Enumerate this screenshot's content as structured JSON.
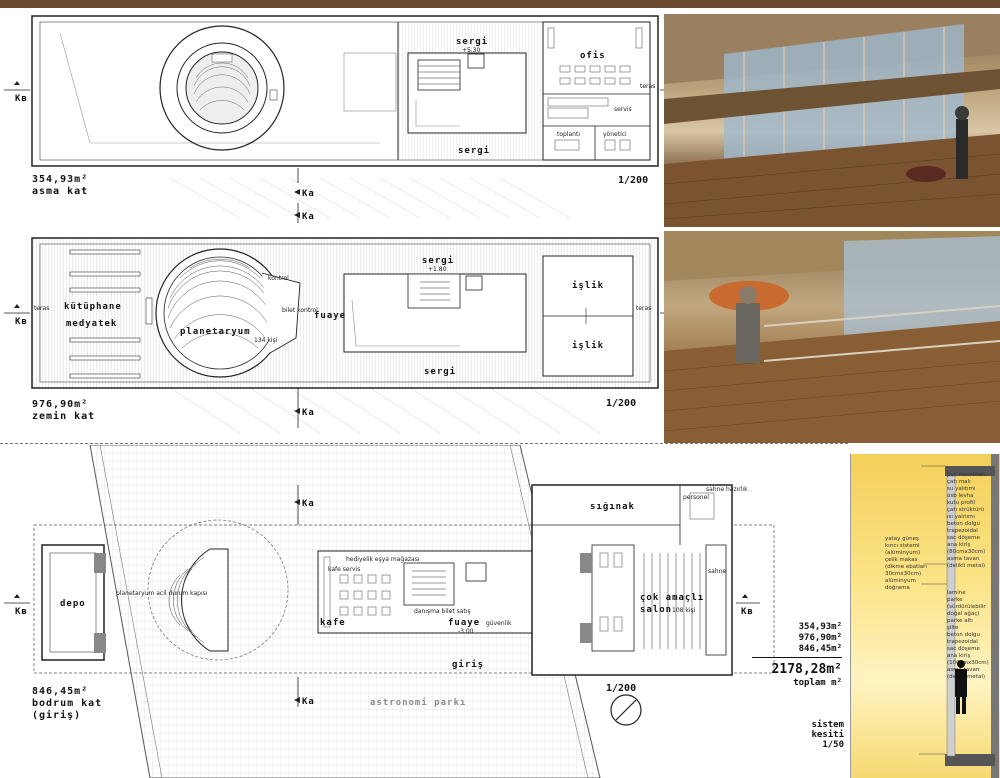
{
  "top_bar_color": "#6b4a2f",
  "section_marker": "Kв",
  "section_marker_a": "Kа",
  "scale": "1/200",
  "asma_kat": {
    "area": "354,93m²",
    "name": "asma kat",
    "rooms": {
      "sergi_top": "sergi",
      "sergi_elev": "+5.30",
      "sergi_bottom": "sergi",
      "ofis": "ofis",
      "servis": "servis",
      "toplanti": "toplantı",
      "yonetici": "yönetici",
      "teras": "teras"
    }
  },
  "zemin_kat": {
    "area": "976,90m²",
    "name": "zemin kat",
    "rooms": {
      "kutuphane": "kütüphane",
      "medyatek": "medyatek",
      "planetaryum": "planetaryum",
      "planetaryum_cap": "134 kişi",
      "kontrol": "kontrol",
      "bilet_kontrol": "bilet kontrol",
      "fuaye": "fuaye",
      "sergi_top": "sergi",
      "sergi_elev": "+1.80",
      "sergi_bottom": "sergi",
      "islik1": "işlik",
      "islik2": "işlik",
      "teras_left": "teras",
      "teras_right": "teras"
    }
  },
  "bodrum_kat": {
    "area": "846,45m²",
    "name": "bodrum kat",
    "name2": "(giriş)",
    "rooms": {
      "depo": "depo",
      "planetaryum_acil": "planetaryum acil durum kapısı",
      "kafe": "kafe",
      "kafe_servis": "kafe servis",
      "hediyelik": "hediyelik eşya mağazası",
      "danisma": "danışma bilet satış",
      "fuaye": "fuaye",
      "fuaye_elev": "-3.00",
      "guvenlik": "güvenlik",
      "giris": "giriş",
      "astronomi": "astronomi parkı",
      "siginak": "sığınak",
      "personel": "personel",
      "sahne_hazirlik": "sahne hazırlık",
      "sahne": "sahne",
      "cok_amacli": "çok amaçlı",
      "salon": "salon",
      "salon_cap": "108 kişi"
    }
  },
  "totals": {
    "lines": [
      "354,93m²",
      "976,90m²",
      "846,45m²"
    ],
    "total": "2178,28m²",
    "label": "toplam m²"
  },
  "system_section": {
    "title1": "sistem",
    "title2": "kesiti",
    "scale": "1/50",
    "layers_top": [
      "pvc membran",
      "çatı malı",
      "su yalıtımı",
      "osb levha",
      "kutu profil",
      "çatı strüktürü",
      "ısı yalıtımı",
      "beton dolgu",
      "trapezoidal",
      "sac döşeme",
      "ana kiriş",
      "(80cmx30cm)",
      "asma tavan",
      "(delikli metal)"
    ],
    "layers_left": [
      "yatay güneş",
      "kırıcı sistemi",
      "(alüminyum)",
      "çelik makas",
      "(dikme ebatları",
      "30cmx30cm)",
      "alüminyum",
      "doğrama"
    ],
    "layers_bottom": [
      "lamine",
      "parke",
      "(sürdürülebilir",
      "doğal ağaç)",
      "parke altı",
      "şilte",
      "beton dolgu",
      "trapezoidal",
      "sac döşeme",
      "ana kiriş",
      "(100cmx30cm)",
      "asma tavan",
      "(delikli metal)"
    ]
  }
}
